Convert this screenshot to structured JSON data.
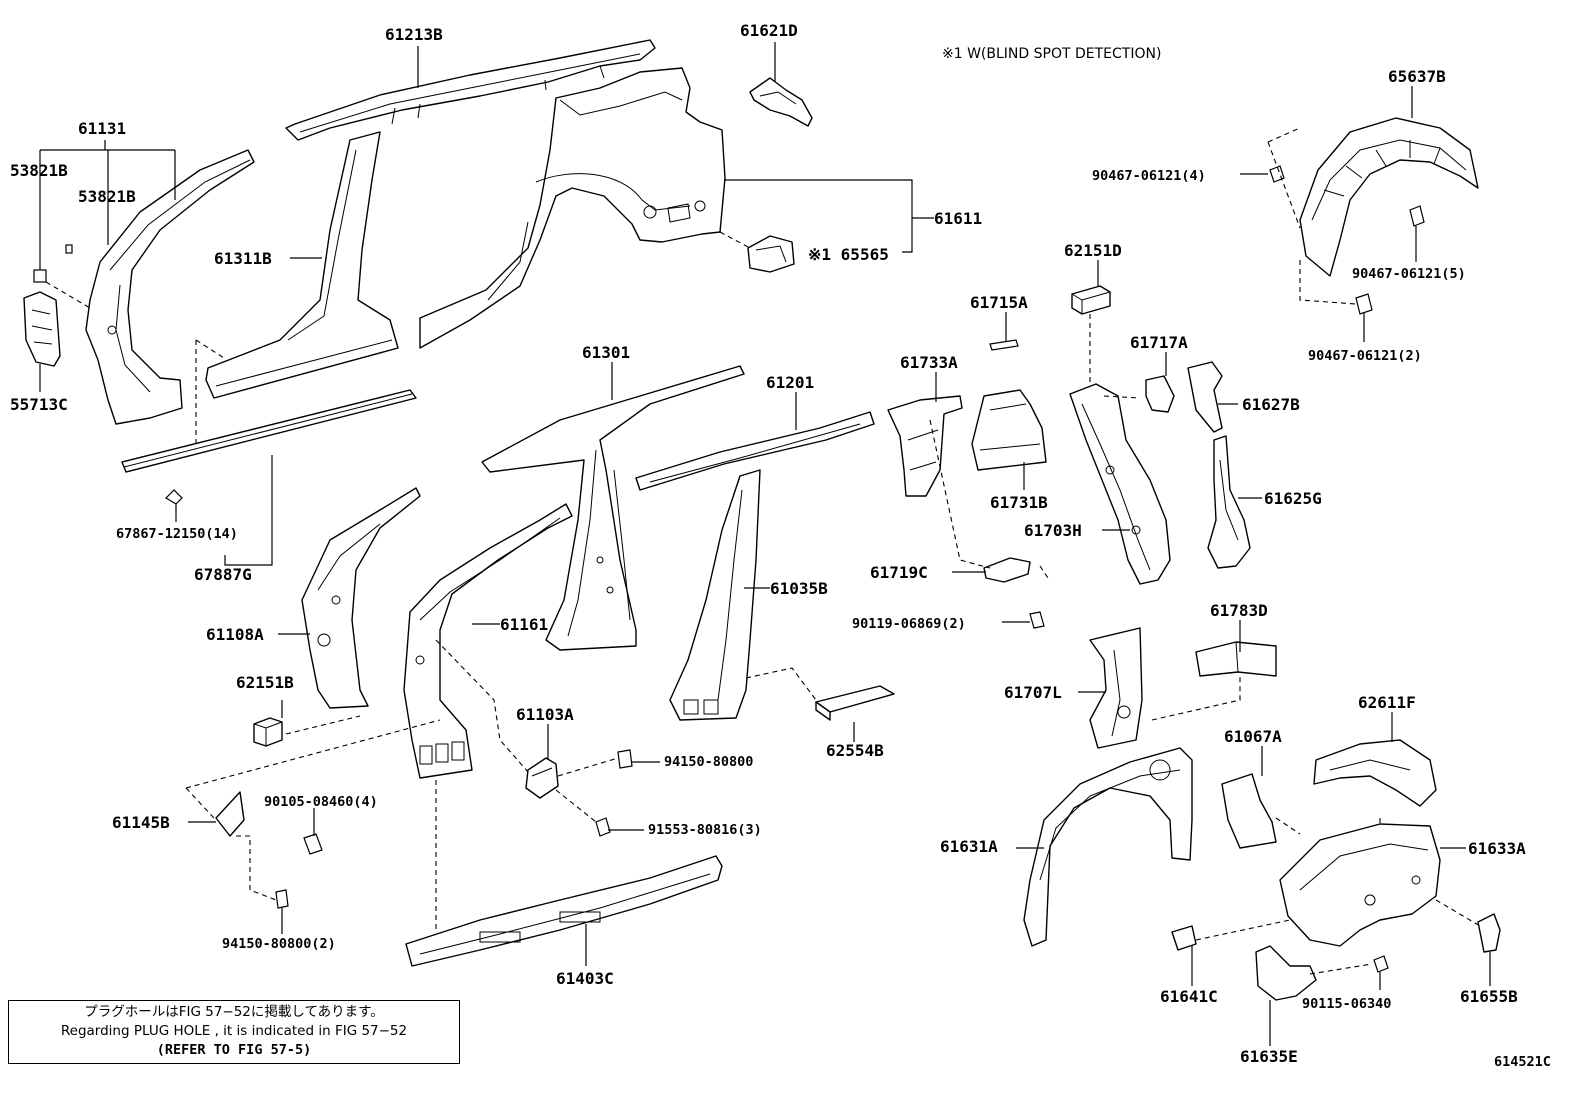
{
  "diagram": {
    "note_top": "※1 W(BLIND SPOT DETECTION)",
    "figure_id": "614521C",
    "labels": [
      {
        "id": "61213B",
        "text": "61213B"
      },
      {
        "id": "61621D",
        "text": "61621D"
      },
      {
        "id": "61131",
        "text": "61131"
      },
      {
        "id": "53821B_a",
        "text": "53821B"
      },
      {
        "id": "53821B_b",
        "text": "53821B"
      },
      {
        "id": "61311B",
        "text": "61311B"
      },
      {
        "id": "61611",
        "text": "61611"
      },
      {
        "id": "65565",
        "text": "※1 65565"
      },
      {
        "id": "65637B",
        "text": "65637B"
      },
      {
        "id": "90467_4",
        "text": "90467-06121(4)"
      },
      {
        "id": "90467_5",
        "text": "90467-06121(5)"
      },
      {
        "id": "90467_2",
        "text": "90467-06121(2)"
      },
      {
        "id": "62151D",
        "text": "62151D"
      },
      {
        "id": "61715A",
        "text": "61715A"
      },
      {
        "id": "61717A",
        "text": "61717A"
      },
      {
        "id": "61733A",
        "text": "61733A"
      },
      {
        "id": "61627B",
        "text": "61627B"
      },
      {
        "id": "55713C",
        "text": "55713C"
      },
      {
        "id": "61301",
        "text": "61301"
      },
      {
        "id": "61201",
        "text": "61201"
      },
      {
        "id": "61731B",
        "text": "61731B"
      },
      {
        "id": "61703H",
        "text": "61703H"
      },
      {
        "id": "61625G",
        "text": "61625G"
      },
      {
        "id": "67867",
        "text": "67867-12150(14)"
      },
      {
        "id": "67887G",
        "text": "67887G"
      },
      {
        "id": "61719C",
        "text": "61719C"
      },
      {
        "id": "61035B",
        "text": "61035B"
      },
      {
        "id": "90119",
        "text": "90119-06869(2)"
      },
      {
        "id": "61783D",
        "text": "61783D"
      },
      {
        "id": "61108A",
        "text": "61108A"
      },
      {
        "id": "61161",
        "text": "61161"
      },
      {
        "id": "61707L",
        "text": "61707L"
      },
      {
        "id": "62151B",
        "text": "62151B"
      },
      {
        "id": "61103A",
        "text": "61103A"
      },
      {
        "id": "62611F",
        "text": "62611F"
      },
      {
        "id": "62554B",
        "text": "62554B"
      },
      {
        "id": "61067A",
        "text": "61067A"
      },
      {
        "id": "94150_a",
        "text": "94150-80800"
      },
      {
        "id": "90105",
        "text": "90105-08460(4)"
      },
      {
        "id": "61145B",
        "text": "61145B"
      },
      {
        "id": "91553",
        "text": "91553-80816(3)"
      },
      {
        "id": "61631A",
        "text": "61631A"
      },
      {
        "id": "61633A",
        "text": "61633A"
      },
      {
        "id": "94150_b",
        "text": "94150-80800(2)"
      },
      {
        "id": "61403C",
        "text": "61403C"
      },
      {
        "id": "61641C",
        "text": "61641C"
      },
      {
        "id": "90115",
        "text": "90115-06340"
      },
      {
        "id": "61655B",
        "text": "61655B"
      },
      {
        "id": "61635E",
        "text": "61635E"
      }
    ]
  },
  "notebox": {
    "line1": "プラグホールはFIG 57−52に掲載してあります。",
    "line2": "Regarding PLUG HOLE , it is indicated in FIG 57−52",
    "line3": "(REFER TO FIG 57-5)"
  }
}
